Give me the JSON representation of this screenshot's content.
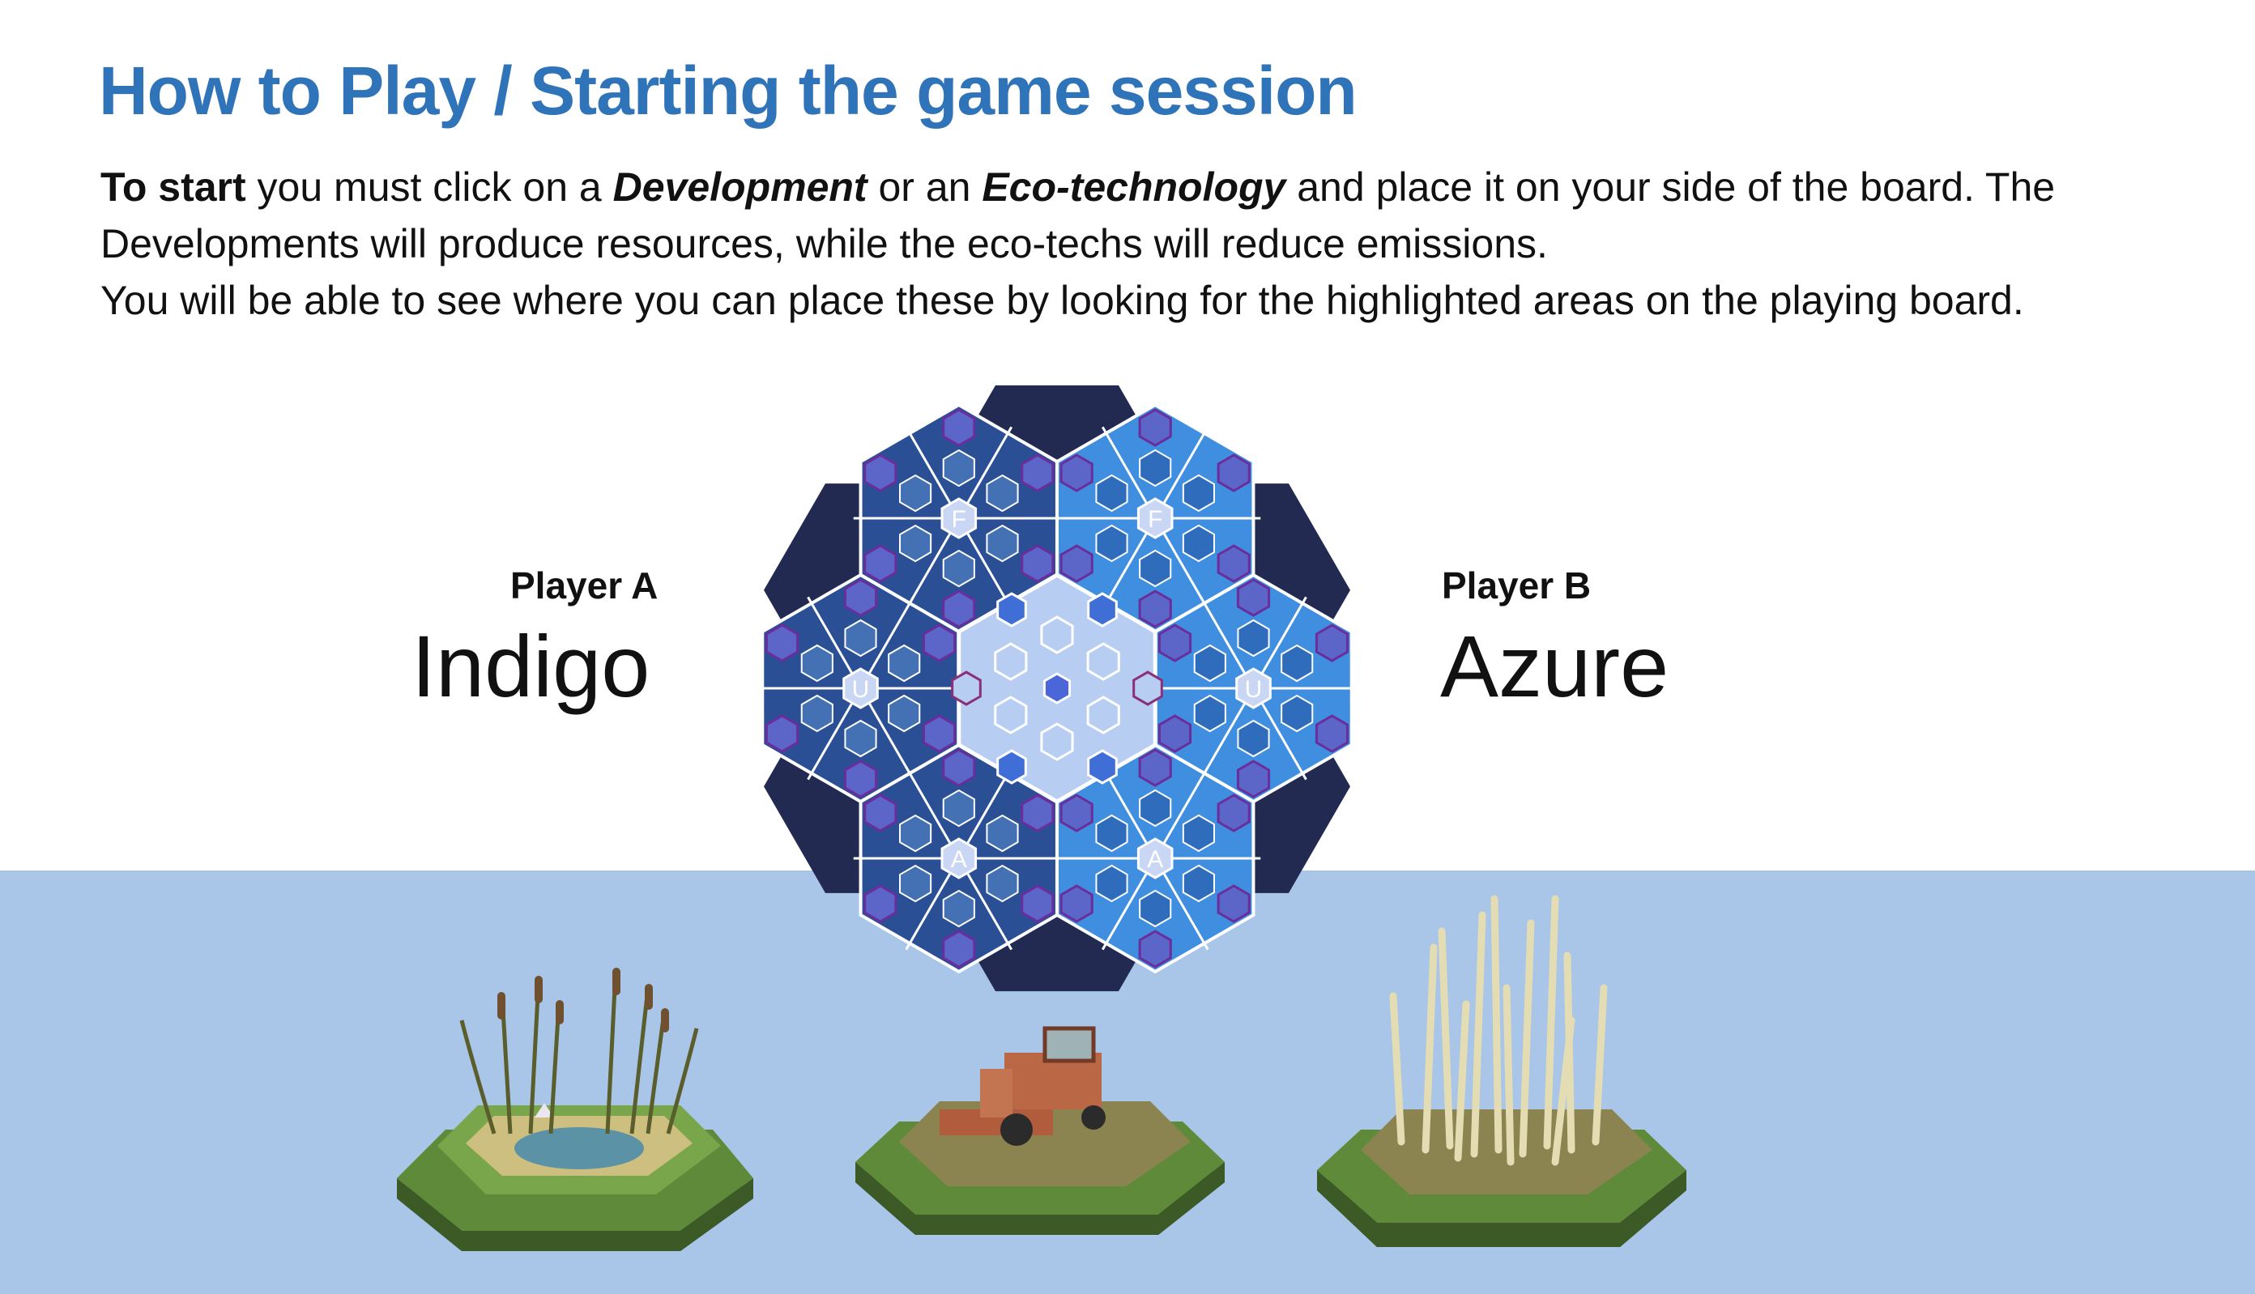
{
  "title": "How to Play / Starting the game session",
  "intro": {
    "lead": "To start",
    "part1": " you must click on a ",
    "term1": "Development",
    "part2": " or an ",
    "term2": "Eco-technology",
    "part3": " and place it on your side of the board. The Developments will produce resources, while the eco-techs will reduce emissions.",
    "line2": "You will be able to see where you can place these by looking for the highlighted areas on the playing board."
  },
  "players": {
    "a": {
      "label": "Player A",
      "name": "Indigo"
    },
    "b": {
      "label": "Player B",
      "name": "Azure"
    }
  },
  "board": {
    "center_letters": [
      "F",
      "F",
      "U",
      "U",
      "A",
      "A"
    ]
  },
  "colors": {
    "indigo_dark": "#2a4f94",
    "indigo_slot": "#4470b4",
    "azure": "#3f8ee0",
    "azure_slot": "#2f6cbb",
    "center": "#b8cdf2",
    "outline": "#222a52",
    "title": "#2f73b8",
    "sea": "#a9c6e8"
  },
  "tiles": [
    {
      "icon": "wetland-tile"
    },
    {
      "icon": "harvester-tile"
    },
    {
      "icon": "bamboo-tile"
    }
  ]
}
